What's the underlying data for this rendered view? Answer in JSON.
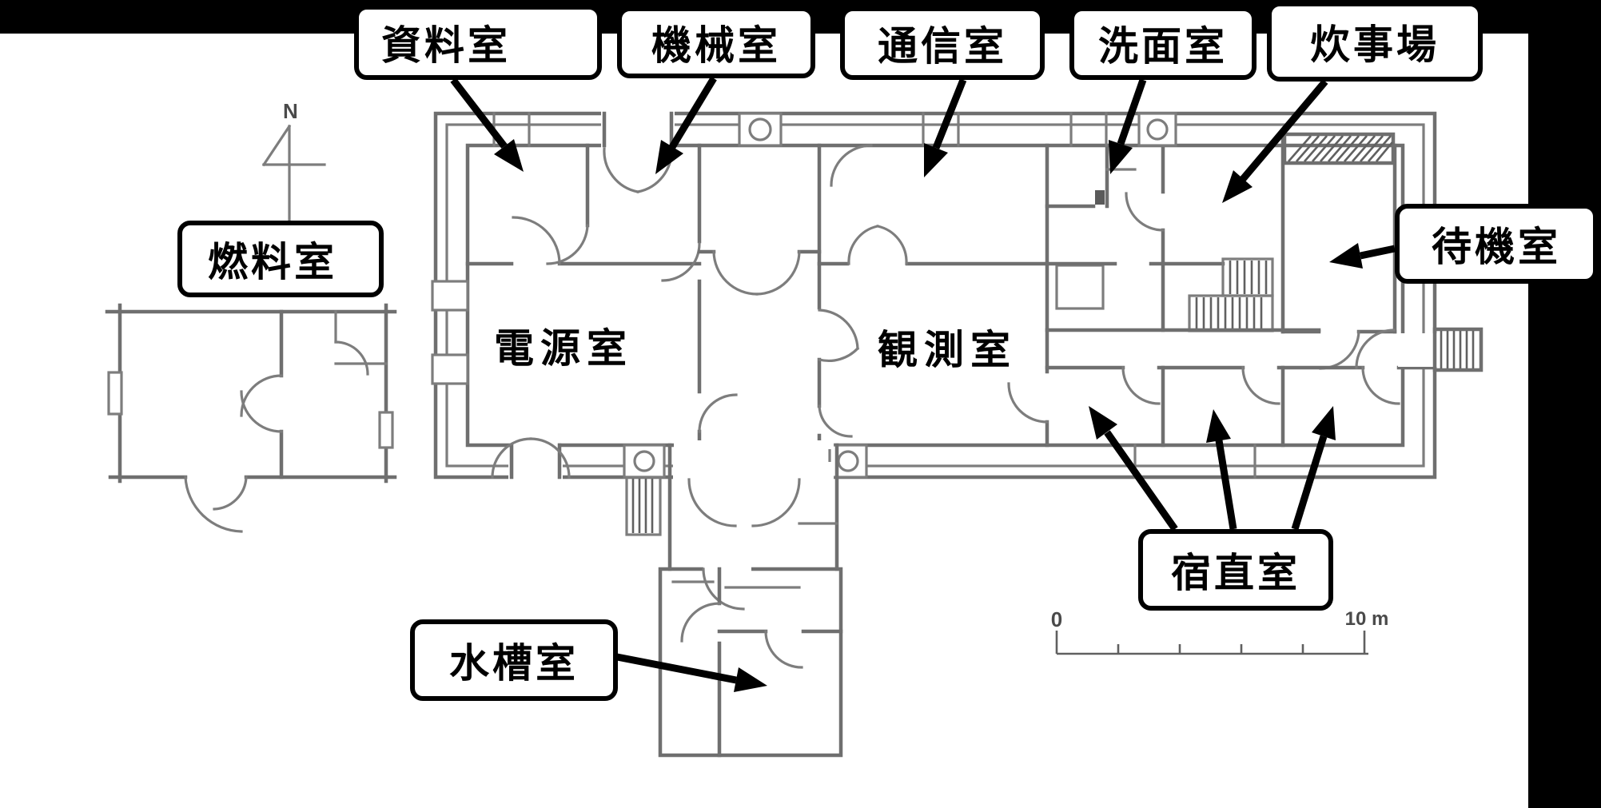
{
  "page": {
    "background": "#ffffff"
  },
  "colors": {
    "plan_line": "#6f6f6f",
    "plan_line_light": "#7d7d7d",
    "hatch": "#606060",
    "annotation": "#000000",
    "label_background": "#ffffff",
    "label_border": "#000000",
    "mask_bar": "#000000"
  },
  "compass": {
    "north_label": "N"
  },
  "scale_bar": {
    "zero_label": "0",
    "end_label": "10 m"
  },
  "labels": {
    "shiryoushitsu": {
      "text": "資料室"
    },
    "kikaishitsu": {
      "text": "機械室"
    },
    "tsuushinshitsu": {
      "text": "通信室"
    },
    "senmenshitsu": {
      "text": "洗面室"
    },
    "suijiba": {
      "text": "炊事場"
    },
    "nenryoushitsu": {
      "text": "燃料室"
    },
    "taikishitsu": {
      "text": "待機室"
    },
    "shukuchokushitsu": {
      "text": "宿直室"
    },
    "suisoushitsu": {
      "text": "水槽室"
    },
    "dengenshitsu": {
      "text": "電源室"
    },
    "kansokushitsu": {
      "text": "観測室"
    }
  }
}
